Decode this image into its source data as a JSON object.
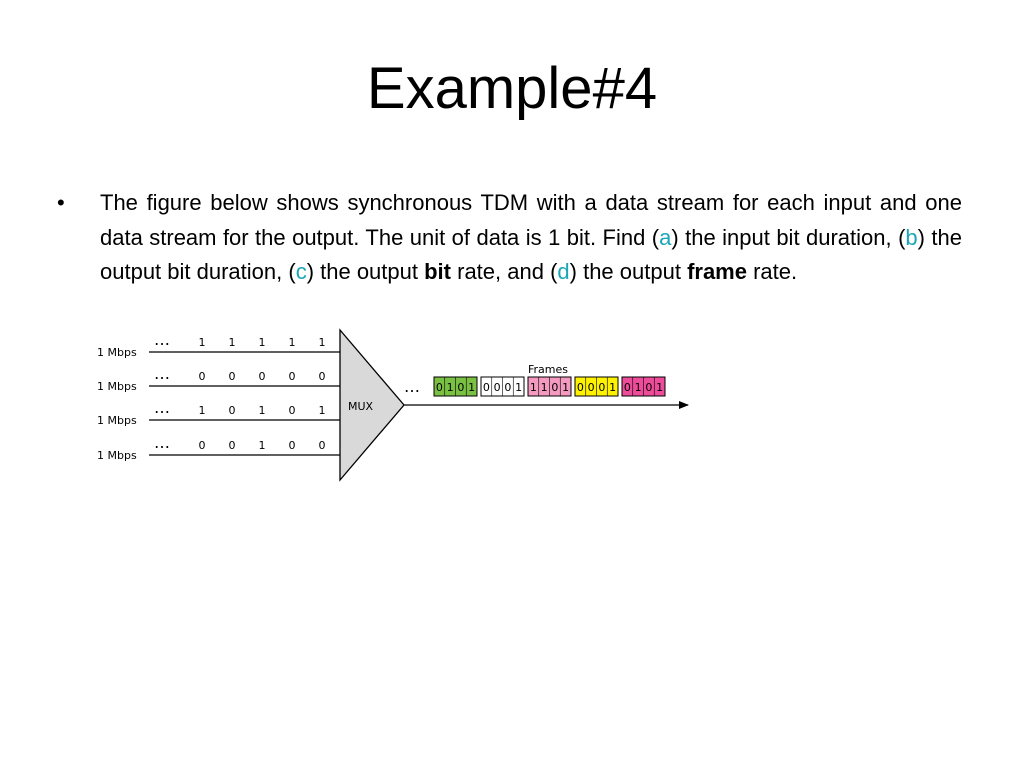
{
  "slide": {
    "title": "Example#4",
    "bullet": "•",
    "paragraph": {
      "t1": "The figure below shows synchronous TDM with a data stream for each input and one data stream for the output. The unit of data is 1 bit. Find (",
      "a": "a",
      "t2": ") the input bit duration, (",
      "b": "b",
      "t3": ") the output bit duration, (",
      "c": "c",
      "t4": ") the output ",
      "bit": "bit",
      "t5": " rate, and (",
      "d": "d",
      "t6": ") the output ",
      "frame": "frame",
      "t7": " rate."
    },
    "letter_color": "#1aa6b7"
  },
  "diagram": {
    "mux_label": "MUX",
    "frames_label": "Frames",
    "ellipsis": "…",
    "inputs": [
      {
        "rate": "1 Mbps",
        "bits": [
          "1",
          "1",
          "1",
          "1",
          "1"
        ]
      },
      {
        "rate": "1 Mbps",
        "bits": [
          "0",
          "0",
          "0",
          "0",
          "0"
        ]
      },
      {
        "rate": "1 Mbps",
        "bits": [
          "1",
          "0",
          "1",
          "0",
          "1"
        ]
      },
      {
        "rate": "1 Mbps",
        "bits": [
          "0",
          "0",
          "1",
          "0",
          "0"
        ]
      }
    ],
    "frames": [
      {
        "bits": [
          "0",
          "1",
          "0",
          "1"
        ],
        "color": "#7ac143"
      },
      {
        "bits": [
          "0",
          "0",
          "0",
          "1"
        ],
        "color": "#ffffff"
      },
      {
        "bits": [
          "1",
          "1",
          "0",
          "1"
        ],
        "color": "#f49ac1"
      },
      {
        "bits": [
          "0",
          "0",
          "0",
          "1"
        ],
        "color": "#fff200"
      },
      {
        "bits": [
          "0",
          "1",
          "0",
          "1"
        ],
        "color": "#ec4c9a"
      }
    ],
    "mux_fill": "#d9d9d9"
  }
}
